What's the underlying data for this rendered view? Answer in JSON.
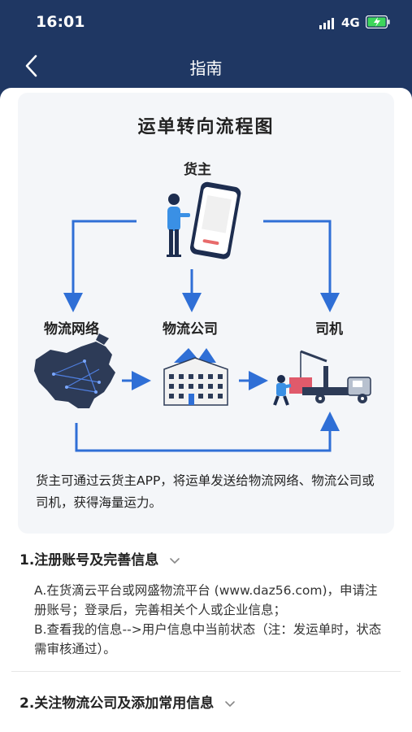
{
  "status_bar": {
    "time": "16:01",
    "network": "4G"
  },
  "nav": {
    "title": "指南"
  },
  "flow": {
    "title": "运单转向流程图",
    "shipper_label": "货主",
    "logistics_network_label": "物流网络",
    "logistics_company_label": "物流公司",
    "driver_label": "司机",
    "description": "货主可通过云货主APP，将运单发送给物流网络、物流公司或司机，获得海量运力。"
  },
  "sections": [
    {
      "heading": "1.注册账号及完善信息",
      "items": [
        "A.在货滴云平台或网盛物流平台 (www.daz56.com)，申请注册账号；登录后，完善相关个人或企业信息；",
        "B.查看我的信息-->用户信息中当前状态（注：发运单时，状态需审核通过）。"
      ]
    },
    {
      "heading": "2.关注物流公司及添加常用信息",
      "items": []
    }
  ],
  "colors": {
    "header_bg": "#1f3763",
    "arrow_blue": "#2f6fd6",
    "card_bg": "#f4f6f9"
  }
}
